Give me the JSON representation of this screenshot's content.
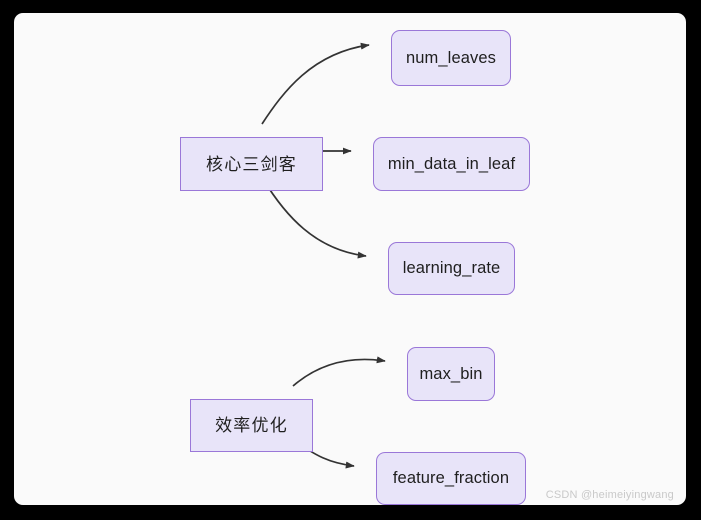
{
  "diagram": {
    "type": "flowchart",
    "direction": "left-to-right",
    "background_color": "#fafafa",
    "frame_color": "#000000",
    "node_fill_color": "#e8e4f9",
    "node_border_color": "#9a77d8",
    "edge_color": "#333333",
    "nodes": [
      {
        "id": "core",
        "label": "核心三剑客",
        "shape": "rectangle",
        "script": "cjk"
      },
      {
        "id": "num_leaves",
        "label": "num_leaves",
        "shape": "rounded-rectangle",
        "script": "latin"
      },
      {
        "id": "min_data",
        "label": "min_data_in_leaf",
        "shape": "rounded-rectangle",
        "script": "latin"
      },
      {
        "id": "lr",
        "label": "learning_rate",
        "shape": "rounded-rectangle",
        "script": "latin"
      },
      {
        "id": "eff",
        "label": "效率优化",
        "shape": "rectangle",
        "script": "cjk"
      },
      {
        "id": "max_bin",
        "label": "max_bin",
        "shape": "rounded-rectangle",
        "script": "latin"
      },
      {
        "id": "feat_frac",
        "label": "feature_fraction",
        "shape": "rounded-rectangle",
        "script": "latin"
      }
    ],
    "edges": [
      {
        "from": "core",
        "to": "num_leaves",
        "style": "curved",
        "arrow": "end"
      },
      {
        "from": "core",
        "to": "min_data",
        "style": "straight",
        "arrow": "end"
      },
      {
        "from": "core",
        "to": "lr",
        "style": "curved",
        "arrow": "end"
      },
      {
        "from": "eff",
        "to": "max_bin",
        "style": "curved",
        "arrow": "end"
      },
      {
        "from": "eff",
        "to": "feat_frac",
        "style": "curved",
        "arrow": "end"
      }
    ]
  },
  "watermark": {
    "text": "CSDN @heimeiyingwang"
  }
}
